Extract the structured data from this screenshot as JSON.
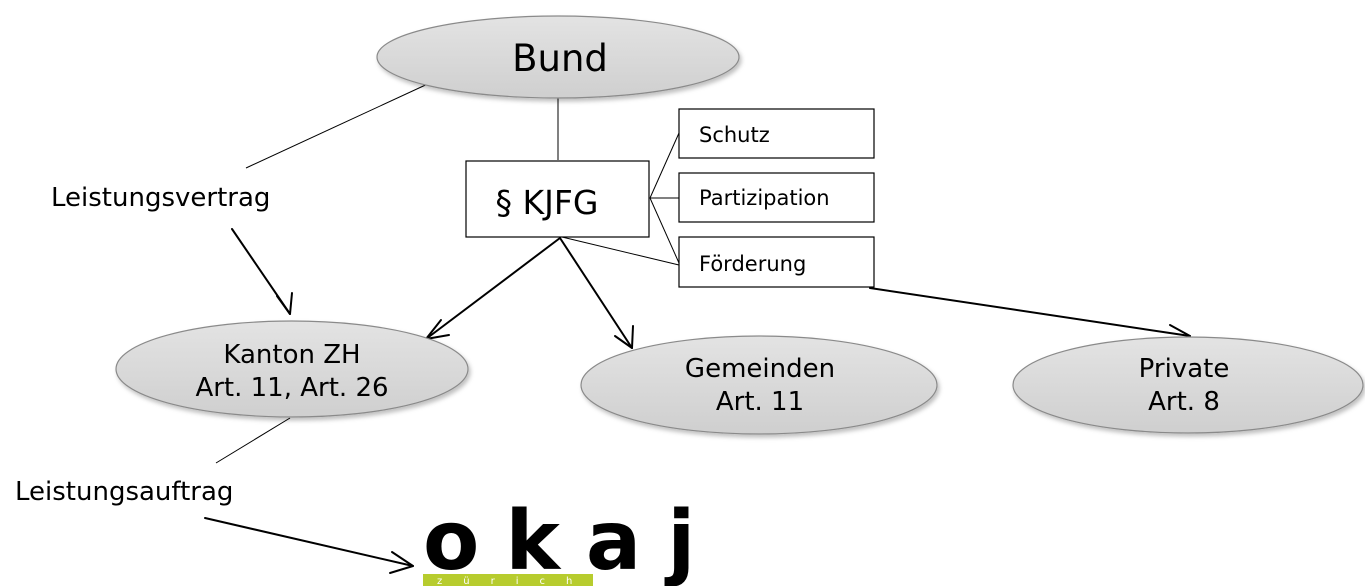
{
  "nodes": {
    "bund": "Bund",
    "kjfg": "§ KJFG",
    "kanton_line1": "Kanton ZH",
    "kanton_line2": "Art. 11, Art. 26",
    "gemeinden_line1": "Gemeinden",
    "gemeinden_line2": "Art. 11",
    "private_line1": "Private",
    "private_line2": "Art. 8"
  },
  "pillars": {
    "schutz": "Schutz",
    "partizipation": "Partizipation",
    "foerderung": "Förderung"
  },
  "edges": {
    "leistungsvertrag": "Leistungsvertrag",
    "leistungsauftrag": "Leistungsauftrag"
  },
  "logo": {
    "wordmark": "okaj",
    "subtitle": "zürich",
    "accent_color": "#b7cc2e"
  },
  "colors": {
    "ellipse_fill": "#d9d9d9",
    "ellipse_stroke": "#8a8a8a"
  }
}
